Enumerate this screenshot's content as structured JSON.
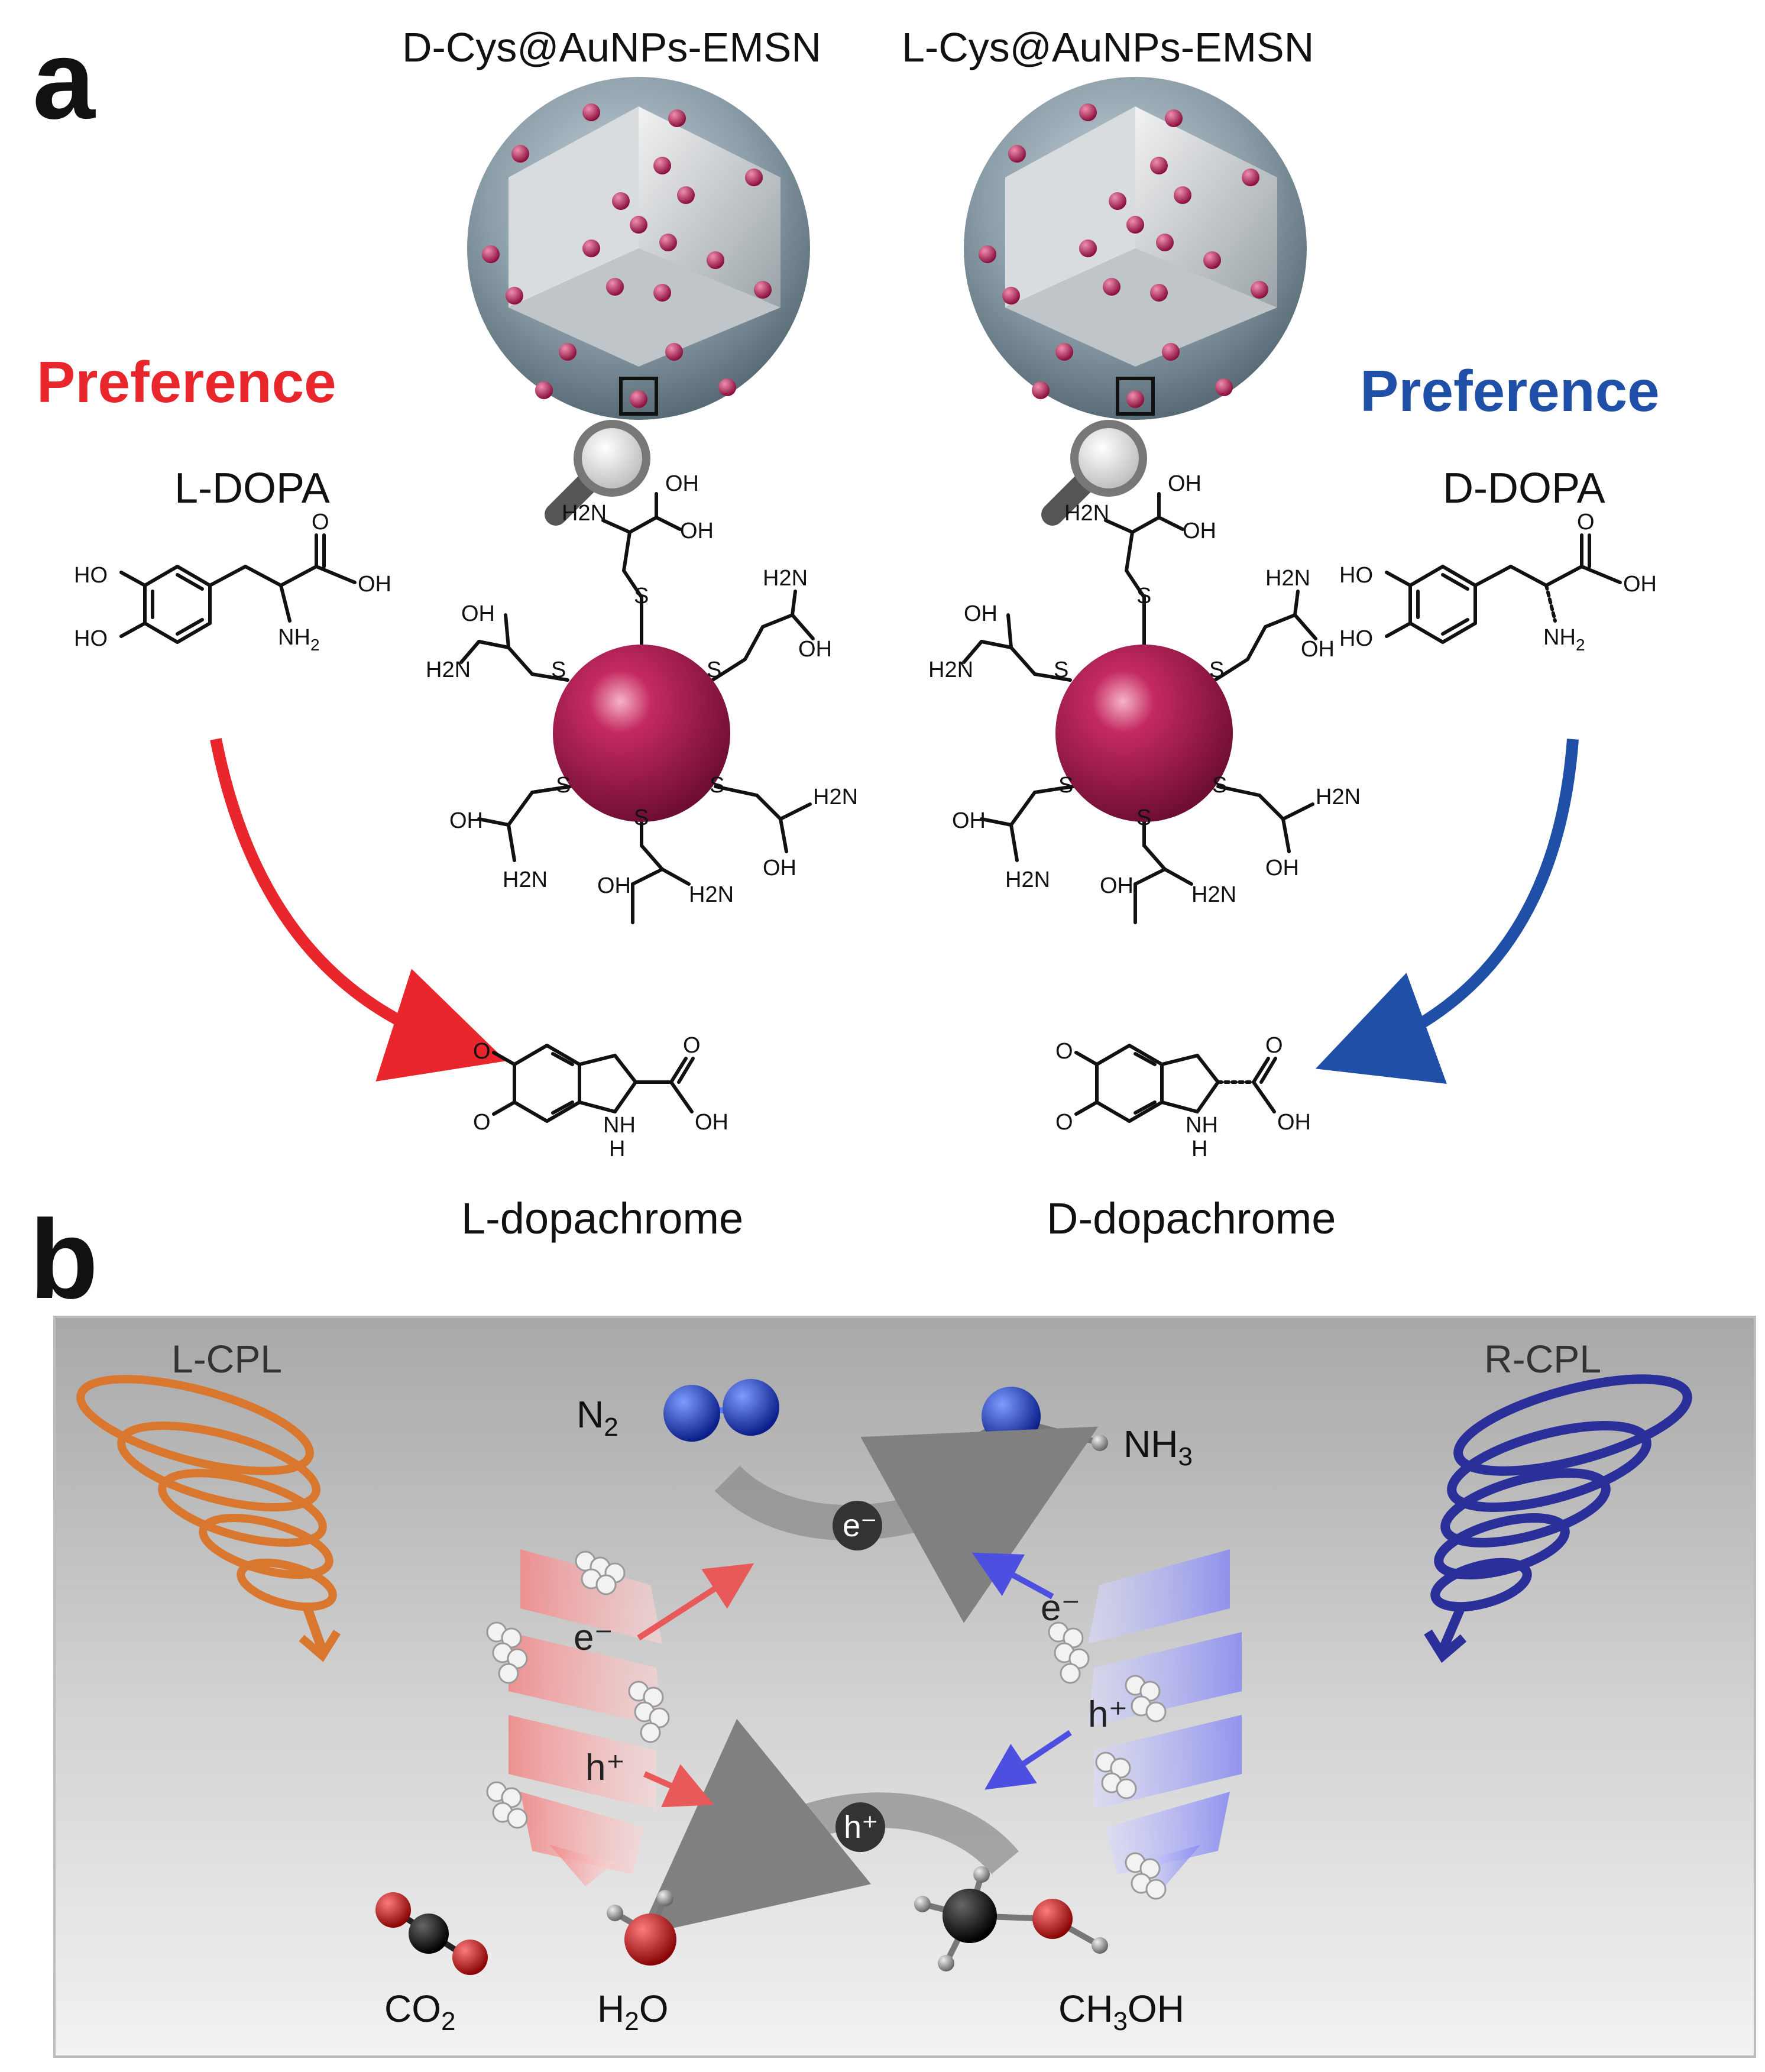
{
  "panel_a": {
    "letter": "a",
    "title_left": "D-Cys@AuNPs-EMSN",
    "title_right": "L-Cys@AuNPs-EMSN",
    "preference_left": "Preference",
    "preference_right": "Preference",
    "substrate_left": "L-DOPA",
    "substrate_right": "D-DOPA",
    "product_left": "L-dopachrome",
    "product_right": "D-dopachrome",
    "colors": {
      "left_accent": "#e8262b",
      "right_accent": "#1f4fa6",
      "nanoparticle": "#a3154d",
      "sphere": "#8a9ca8"
    },
    "atom_labels": {
      "ho": "HO",
      "oh": "OH",
      "o": "O",
      "nh2": "NH",
      "nh2_sub": "2",
      "nh": "NH",
      "h": "H",
      "s": "S",
      "h2n": "H2N"
    }
  },
  "panel_b": {
    "letter": "b",
    "lcpl": "L-CPL",
    "rcpl": "R-CPL",
    "n2": {
      "main": "N",
      "sub": "2"
    },
    "nh3": {
      "main": "NH",
      "sub": "3"
    },
    "co2": {
      "main": "CO",
      "sub": "2"
    },
    "h2o": {
      "pre": "H",
      "sub": "2",
      "post": "O"
    },
    "ch3oh": {
      "pre": "CH",
      "sub": "3",
      "post": "OH"
    },
    "e_circle": "e⁻",
    "h_circle": "h⁺",
    "e_left": "e⁻",
    "h_left": "h⁺",
    "e_right": "e⁻",
    "h_right": "h⁺",
    "colors": {
      "lcpl": "#d9772e",
      "rcpl": "#2b2f9a",
      "n_atom": "#1f3fc4",
      "o_atom": "#d41515",
      "c_atom": "#111111"
    }
  }
}
